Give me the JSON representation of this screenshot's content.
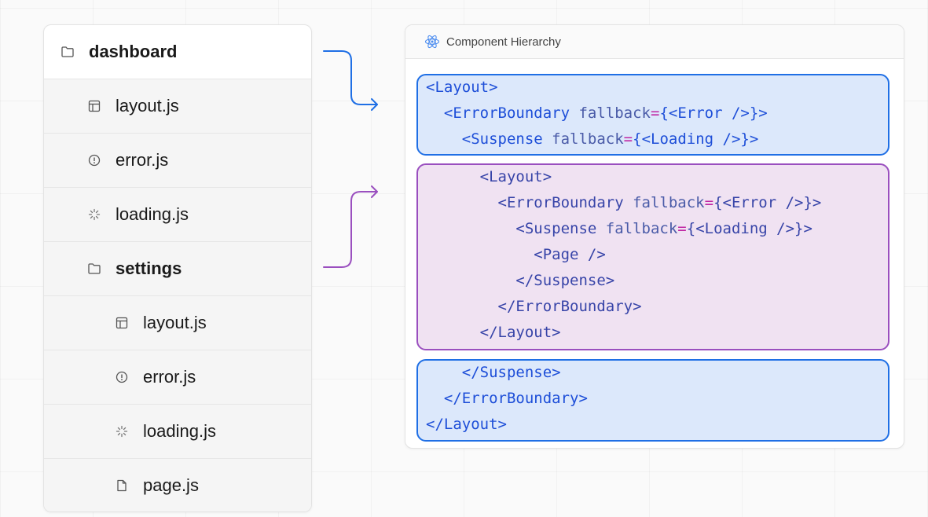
{
  "file_tree": {
    "items": [
      {
        "label": "dashboard",
        "icon": "folder-icon",
        "bold": true
      },
      {
        "label": "layout.js",
        "icon": "layout-icon",
        "bold": false
      },
      {
        "label": "error.js",
        "icon": "error-icon",
        "bold": false
      },
      {
        "label": "loading.js",
        "icon": "loading-icon",
        "bold": false
      },
      {
        "label": "settings",
        "icon": "folder-icon",
        "bold": true
      },
      {
        "label": "layout.js",
        "icon": "layout-icon",
        "bold": false
      },
      {
        "label": "error.js",
        "icon": "error-icon",
        "bold": false
      },
      {
        "label": "loading.js",
        "icon": "loading-icon",
        "bold": false
      },
      {
        "label": "page.js",
        "icon": "page-icon",
        "bold": false
      }
    ]
  },
  "hierarchy": {
    "title": "Component Hierarchy",
    "icon": "react-icon",
    "blocks": [
      {
        "color": "blue",
        "lines": [
          [
            {
              "t": "<Layout>",
              "c": "t"
            }
          ],
          [
            {
              "t": "  <ErrorBoundary ",
              "c": "t"
            },
            {
              "t": "fallback",
              "c": "a"
            },
            {
              "t": "=",
              "c": "e"
            },
            {
              "t": "{<Error />}>",
              "c": "t"
            }
          ],
          [
            {
              "t": "    <Suspense ",
              "c": "t"
            },
            {
              "t": "fallback",
              "c": "a"
            },
            {
              "t": "=",
              "c": "e"
            },
            {
              "t": "{<Loading />}>",
              "c": "t"
            }
          ]
        ]
      },
      {
        "color": "purple",
        "lines": [
          [
            {
              "t": "      <Layout>",
              "c": "t"
            }
          ],
          [
            {
              "t": "        <ErrorBoundary ",
              "c": "t"
            },
            {
              "t": "fallback",
              "c": "a"
            },
            {
              "t": "=",
              "c": "e"
            },
            {
              "t": "{<Error />}>",
              "c": "t"
            }
          ],
          [
            {
              "t": "          <Suspense ",
              "c": "t"
            },
            {
              "t": "fallback",
              "c": "a"
            },
            {
              "t": "=",
              "c": "e"
            },
            {
              "t": "{<Loading />}>",
              "c": "t"
            }
          ],
          [
            {
              "t": "            <Page />",
              "c": "t"
            }
          ],
          [
            {
              "t": "          </Suspense>",
              "c": "t"
            }
          ],
          [
            {
              "t": "        </ErrorBoundary>",
              "c": "t"
            }
          ],
          [
            {
              "t": "      </Layout>",
              "c": "t"
            }
          ]
        ]
      },
      {
        "color": "blue",
        "lines": [
          [
            {
              "t": "    </Suspense>",
              "c": "t"
            }
          ],
          [
            {
              "t": "  </ErrorBoundary>",
              "c": "t"
            }
          ],
          [
            {
              "t": "</Layout>",
              "c": "t"
            }
          ]
        ]
      }
    ]
  },
  "connectors": [
    {
      "from": "dashboard",
      "to": "block-1",
      "color": "#1f6fe5"
    },
    {
      "from": "settings",
      "to": "block-2",
      "color": "#9a4fbf"
    }
  ],
  "colors": {
    "blue_accent": "#1f6fe5",
    "purple_accent": "#9a4fbf",
    "blue_fill": "#dce8fb",
    "purple_fill": "#f0e2f2"
  }
}
